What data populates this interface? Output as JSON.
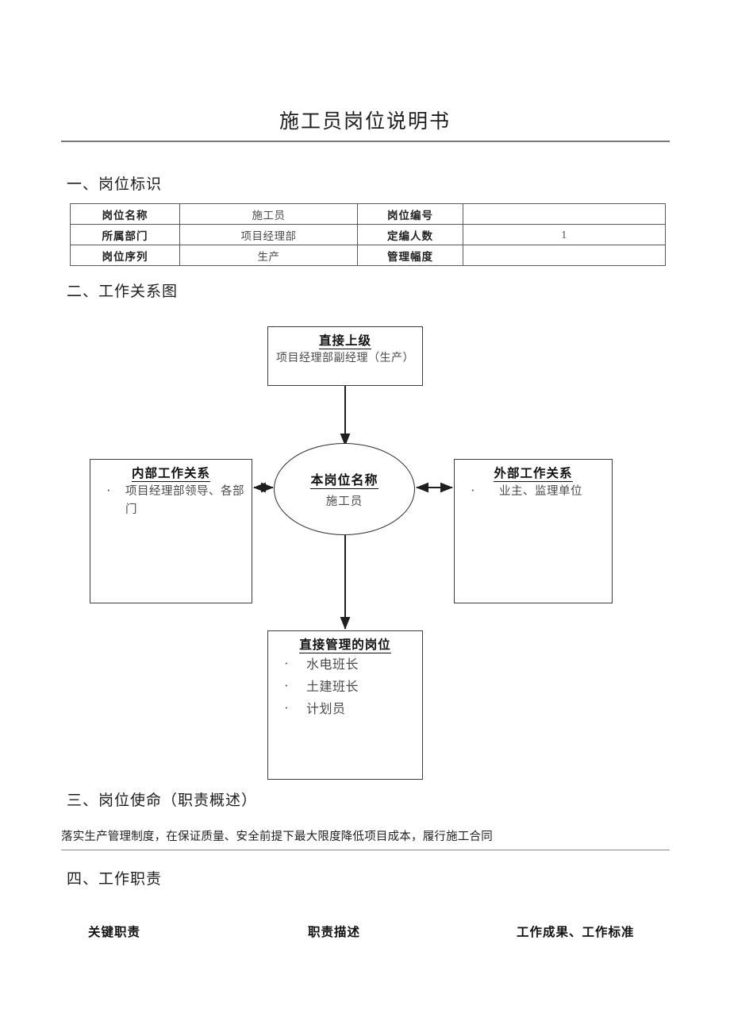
{
  "document": {
    "title": "施工员岗位说明书"
  },
  "sections": {
    "s1": "一、岗位标识",
    "s2": "二、工作关系图",
    "s3": "三、岗位使命（职责概述）",
    "s4": "四、工作职责"
  },
  "identity_table": {
    "rows": [
      {
        "label1": "岗位名称",
        "value1": "施工员",
        "label2": "岗位编号",
        "value2": ""
      },
      {
        "label1": "所属部门",
        "value1": "项目经理部",
        "label2": "定编人数",
        "value2": "1"
      },
      {
        "label1": "岗位序列",
        "value1": "生产",
        "label2": "管理幅度",
        "value2": ""
      }
    ]
  },
  "diagram": {
    "top_box": {
      "title": "直接上级",
      "subtitle": "项目经理部副经理（生产）"
    },
    "center": {
      "title": "本岗位名称",
      "subtitle": "施工员"
    },
    "left_box": {
      "title": "内部工作关系",
      "items": [
        "项目经理部领导、各部门"
      ]
    },
    "right_box": {
      "title": "外部工作关系",
      "items": [
        "业主、监理单位"
      ]
    },
    "bottom_box": {
      "title": "直接管理的岗位",
      "items": [
        "水电班长",
        "土建班长",
        "计划员"
      ]
    }
  },
  "mission": {
    "text": "落实生产管理制度，在保证质量、安全前提下最大限度降低项目成本，履行施工合同"
  },
  "duties": {
    "headers": [
      "关键职责",
      "职责描述",
      "工作成果、工作标准"
    ]
  }
}
